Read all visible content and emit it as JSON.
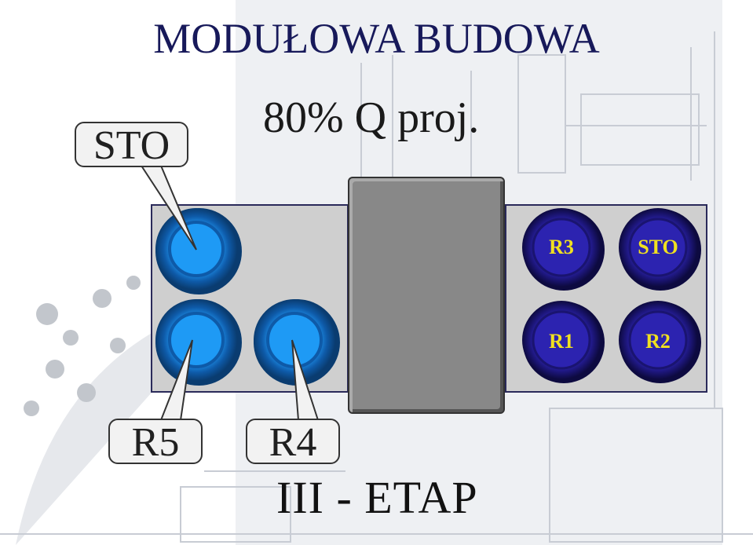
{
  "title": "MODUŁOWA BUDOWA",
  "subtitle": "80% Q proj.",
  "stage": "III - ETAP",
  "callouts": {
    "sto": "STO",
    "r5": "R5",
    "r4": "R4"
  },
  "tanks_right": [
    {
      "label": "R3"
    },
    {
      "label": "STO"
    },
    {
      "label": "R1"
    },
    {
      "label": "R2"
    }
  ],
  "colors": {
    "title": "#17195a",
    "blue_tank": "#1e8fe8",
    "purple_tank": "#2c23b0",
    "tank_label": "#f0e020",
    "panel": "#cfcfcf",
    "center_block": "#888888"
  }
}
